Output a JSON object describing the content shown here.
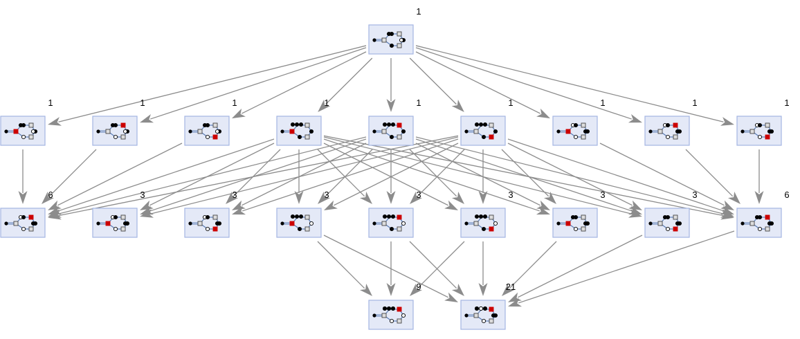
{
  "graph": {
    "colors": {
      "edge": "#8c8c8c",
      "node_fill": "#e4e9f7",
      "node_border": "#a3b5e2",
      "highlight": "#cc0000",
      "bond": "#5b7db5"
    },
    "layers": [
      {
        "nodes": [
          {
            "id": "L1-0",
            "count": "1",
            "highlight": "none",
            "variant": "root"
          }
        ]
      },
      {
        "nodes": [
          {
            "id": "L2-0",
            "count": "1",
            "highlight": "left-junction",
            "variant": "a"
          },
          {
            "id": "L2-1",
            "count": "1",
            "highlight": "top-right",
            "variant": "a"
          },
          {
            "id": "L2-2",
            "count": "1",
            "highlight": "bottom-right",
            "variant": "a"
          },
          {
            "id": "L2-3",
            "count": "1",
            "highlight": "left-junction",
            "variant": "b"
          },
          {
            "id": "L2-4",
            "count": "1",
            "highlight": "top-right",
            "variant": "b"
          },
          {
            "id": "L2-5",
            "count": "1",
            "highlight": "bottom-right",
            "variant": "b"
          },
          {
            "id": "L2-6",
            "count": "1",
            "highlight": "left-junction",
            "variant": "c"
          },
          {
            "id": "L2-7",
            "count": "1",
            "highlight": "top-right",
            "variant": "c"
          },
          {
            "id": "L2-8",
            "count": "1",
            "highlight": "bottom-right",
            "variant": "c"
          }
        ]
      },
      {
        "nodes": [
          {
            "id": "L3-0",
            "count": "6",
            "highlight": "top-right",
            "variant": "d"
          },
          {
            "id": "L3-1",
            "count": "3",
            "highlight": "left-junction",
            "variant": "d"
          },
          {
            "id": "L3-2",
            "count": "3",
            "highlight": "bottom-right",
            "variant": "d"
          },
          {
            "id": "L3-3",
            "count": "3",
            "highlight": "left-junction",
            "variant": "e"
          },
          {
            "id": "L3-4",
            "count": "3",
            "highlight": "top-right",
            "variant": "e"
          },
          {
            "id": "L3-5",
            "count": "3",
            "highlight": "bottom-right",
            "variant": "e"
          },
          {
            "id": "L3-6",
            "count": "3",
            "highlight": "left-junction",
            "variant": "f"
          },
          {
            "id": "L3-7",
            "count": "3",
            "highlight": "bottom-right",
            "variant": "f"
          },
          {
            "id": "L3-8",
            "count": "6",
            "highlight": "top-right",
            "variant": "f"
          }
        ]
      },
      {
        "nodes": [
          {
            "id": "L4-0",
            "count": "9",
            "highlight": "top-right",
            "variant": "g"
          },
          {
            "id": "L4-1",
            "count": "21",
            "highlight": "top-right",
            "variant": "h"
          }
        ]
      }
    ],
    "edges": [
      [
        "L1-0",
        "L2-0"
      ],
      [
        "L1-0",
        "L2-1"
      ],
      [
        "L1-0",
        "L2-2"
      ],
      [
        "L1-0",
        "L2-3"
      ],
      [
        "L1-0",
        "L2-4"
      ],
      [
        "L1-0",
        "L2-5"
      ],
      [
        "L1-0",
        "L2-6"
      ],
      [
        "L1-0",
        "L2-7"
      ],
      [
        "L1-0",
        "L2-8"
      ],
      [
        "L2-0",
        "L3-0"
      ],
      [
        "L2-1",
        "L3-0"
      ],
      [
        "L2-2",
        "L3-0"
      ],
      [
        "L2-3",
        "L3-0"
      ],
      [
        "L2-4",
        "L3-0"
      ],
      [
        "L2-5",
        "L3-0"
      ],
      [
        "L2-3",
        "L3-1"
      ],
      [
        "L2-4",
        "L3-1"
      ],
      [
        "L2-5",
        "L3-1"
      ],
      [
        "L2-3",
        "L3-2"
      ],
      [
        "L2-4",
        "L3-2"
      ],
      [
        "L2-5",
        "L3-2"
      ],
      [
        "L2-3",
        "L3-3"
      ],
      [
        "L2-4",
        "L3-3"
      ],
      [
        "L2-5",
        "L3-3"
      ],
      [
        "L2-3",
        "L3-4"
      ],
      [
        "L2-4",
        "L3-4"
      ],
      [
        "L2-5",
        "L3-4"
      ],
      [
        "L2-3",
        "L3-5"
      ],
      [
        "L2-4",
        "L3-5"
      ],
      [
        "L2-5",
        "L3-5"
      ],
      [
        "L2-3",
        "L3-6"
      ],
      [
        "L2-4",
        "L3-6"
      ],
      [
        "L2-5",
        "L3-6"
      ],
      [
        "L2-3",
        "L3-7"
      ],
      [
        "L2-4",
        "L3-7"
      ],
      [
        "L2-5",
        "L3-7"
      ],
      [
        "L2-3",
        "L3-8"
      ],
      [
        "L2-4",
        "L3-8"
      ],
      [
        "L2-5",
        "L3-8"
      ],
      [
        "L2-6",
        "L3-8"
      ],
      [
        "L2-7",
        "L3-8"
      ],
      [
        "L2-8",
        "L3-8"
      ],
      [
        "L3-3",
        "L4-0"
      ],
      [
        "L3-4",
        "L4-0"
      ],
      [
        "L3-5",
        "L4-0"
      ],
      [
        "L3-3",
        "L4-1"
      ],
      [
        "L3-4",
        "L4-1"
      ],
      [
        "L3-5",
        "L4-1"
      ],
      [
        "L3-6",
        "L4-1"
      ],
      [
        "L3-7",
        "L4-1"
      ],
      [
        "L3-8",
        "L4-1"
      ]
    ]
  }
}
